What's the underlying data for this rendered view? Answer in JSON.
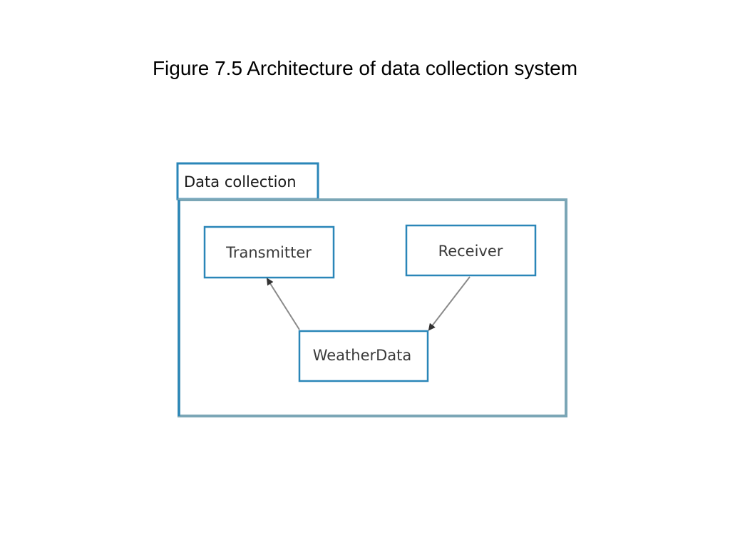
{
  "title": "Figure 7.5 Architecture of data collection system",
  "diagram": {
    "package_label": "Data collection",
    "components": {
      "transmitter": "Transmitter",
      "receiver": "Receiver",
      "weatherdata": "WeatherData"
    },
    "edges": [
      {
        "from": "WeatherData",
        "to": "Transmitter",
        "type": "dependency-arrow"
      },
      {
        "from": "Receiver",
        "to": "WeatherData",
        "type": "dependency-arrow"
      }
    ],
    "colors": {
      "box_border": "#2a86b8",
      "package_border": "#7ba6b6",
      "arrow": "#8a8a8a"
    }
  }
}
